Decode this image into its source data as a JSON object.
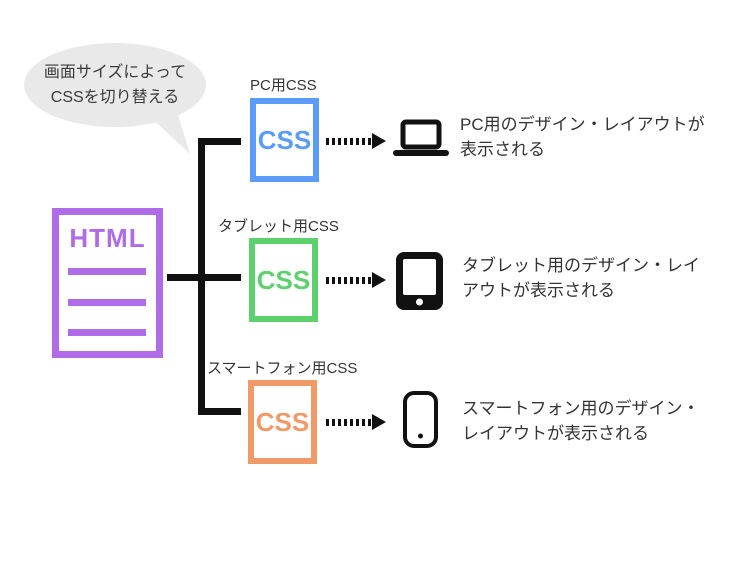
{
  "speech_bubble": {
    "line1": "画面サイズによって",
    "line2": "CSSを切り替える"
  },
  "html_box": {
    "label": "HTML"
  },
  "rows": [
    {
      "label": "PC用CSS",
      "box_text": "CSS",
      "accent_color": "#5B9CF8",
      "device_icon": "laptop-icon",
      "description_line1": "PC用のデザイン・レイアウトが",
      "description_line2": "表示される"
    },
    {
      "label": "タブレット用CSS",
      "box_text": "CSS",
      "accent_color": "#5ED06E",
      "device_icon": "tablet-icon",
      "description_line1": "タブレット用のデザイン・レイ",
      "description_line2": "アウトが表示される"
    },
    {
      "label": "スマートフォン用CSS",
      "box_text": "CSS",
      "accent_color": "#F09A6A",
      "device_icon": "smartphone-icon",
      "description_line1": "スマートフォン用のデザイン・",
      "description_line2": "レイアウトが表示される"
    }
  ],
  "colors": {
    "html_purple": "#AF6BE8",
    "pc_blue": "#5B9CF8",
    "tablet_green": "#5ED06E",
    "smartphone_orange": "#F09A6A",
    "connector_black": "#111111",
    "bubble_gray": "#E9E9E9",
    "text_gray": "#333333"
  }
}
